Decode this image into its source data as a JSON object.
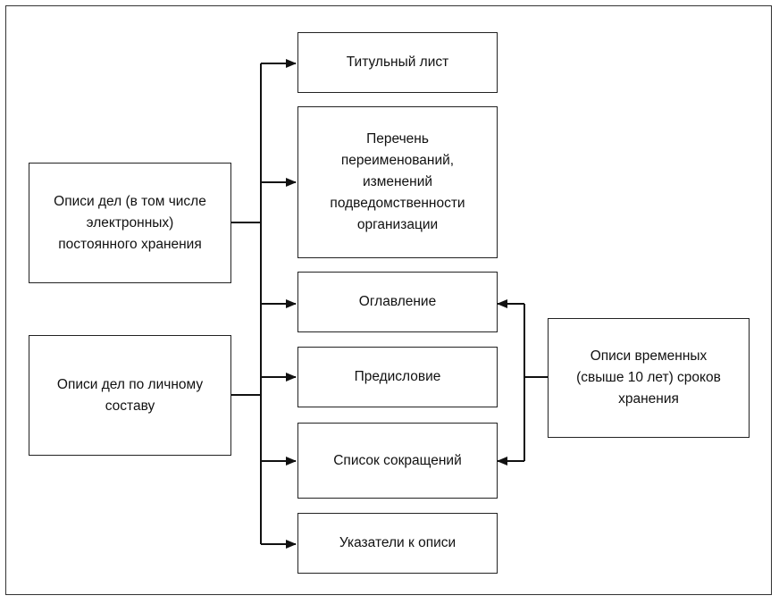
{
  "diagram": {
    "sources": {
      "permanent": "Описи дел (в том числе\nэлектронных)\nпостоянного хранения",
      "personnel": "Описи дел по личному\nсоставу",
      "temporary": "Описи временных\n(свыше 10 лет) сроков\nхранения"
    },
    "elements": {
      "title_page": "Титульный лист",
      "renaming_list": "Перечень\nпереименований,\nизменений\nподведомственности\nорганизации",
      "contents": "Оглавление",
      "preface": "Предисловие",
      "abbreviations": "Список сокращений",
      "indexes": "Указатели к описи"
    }
  }
}
